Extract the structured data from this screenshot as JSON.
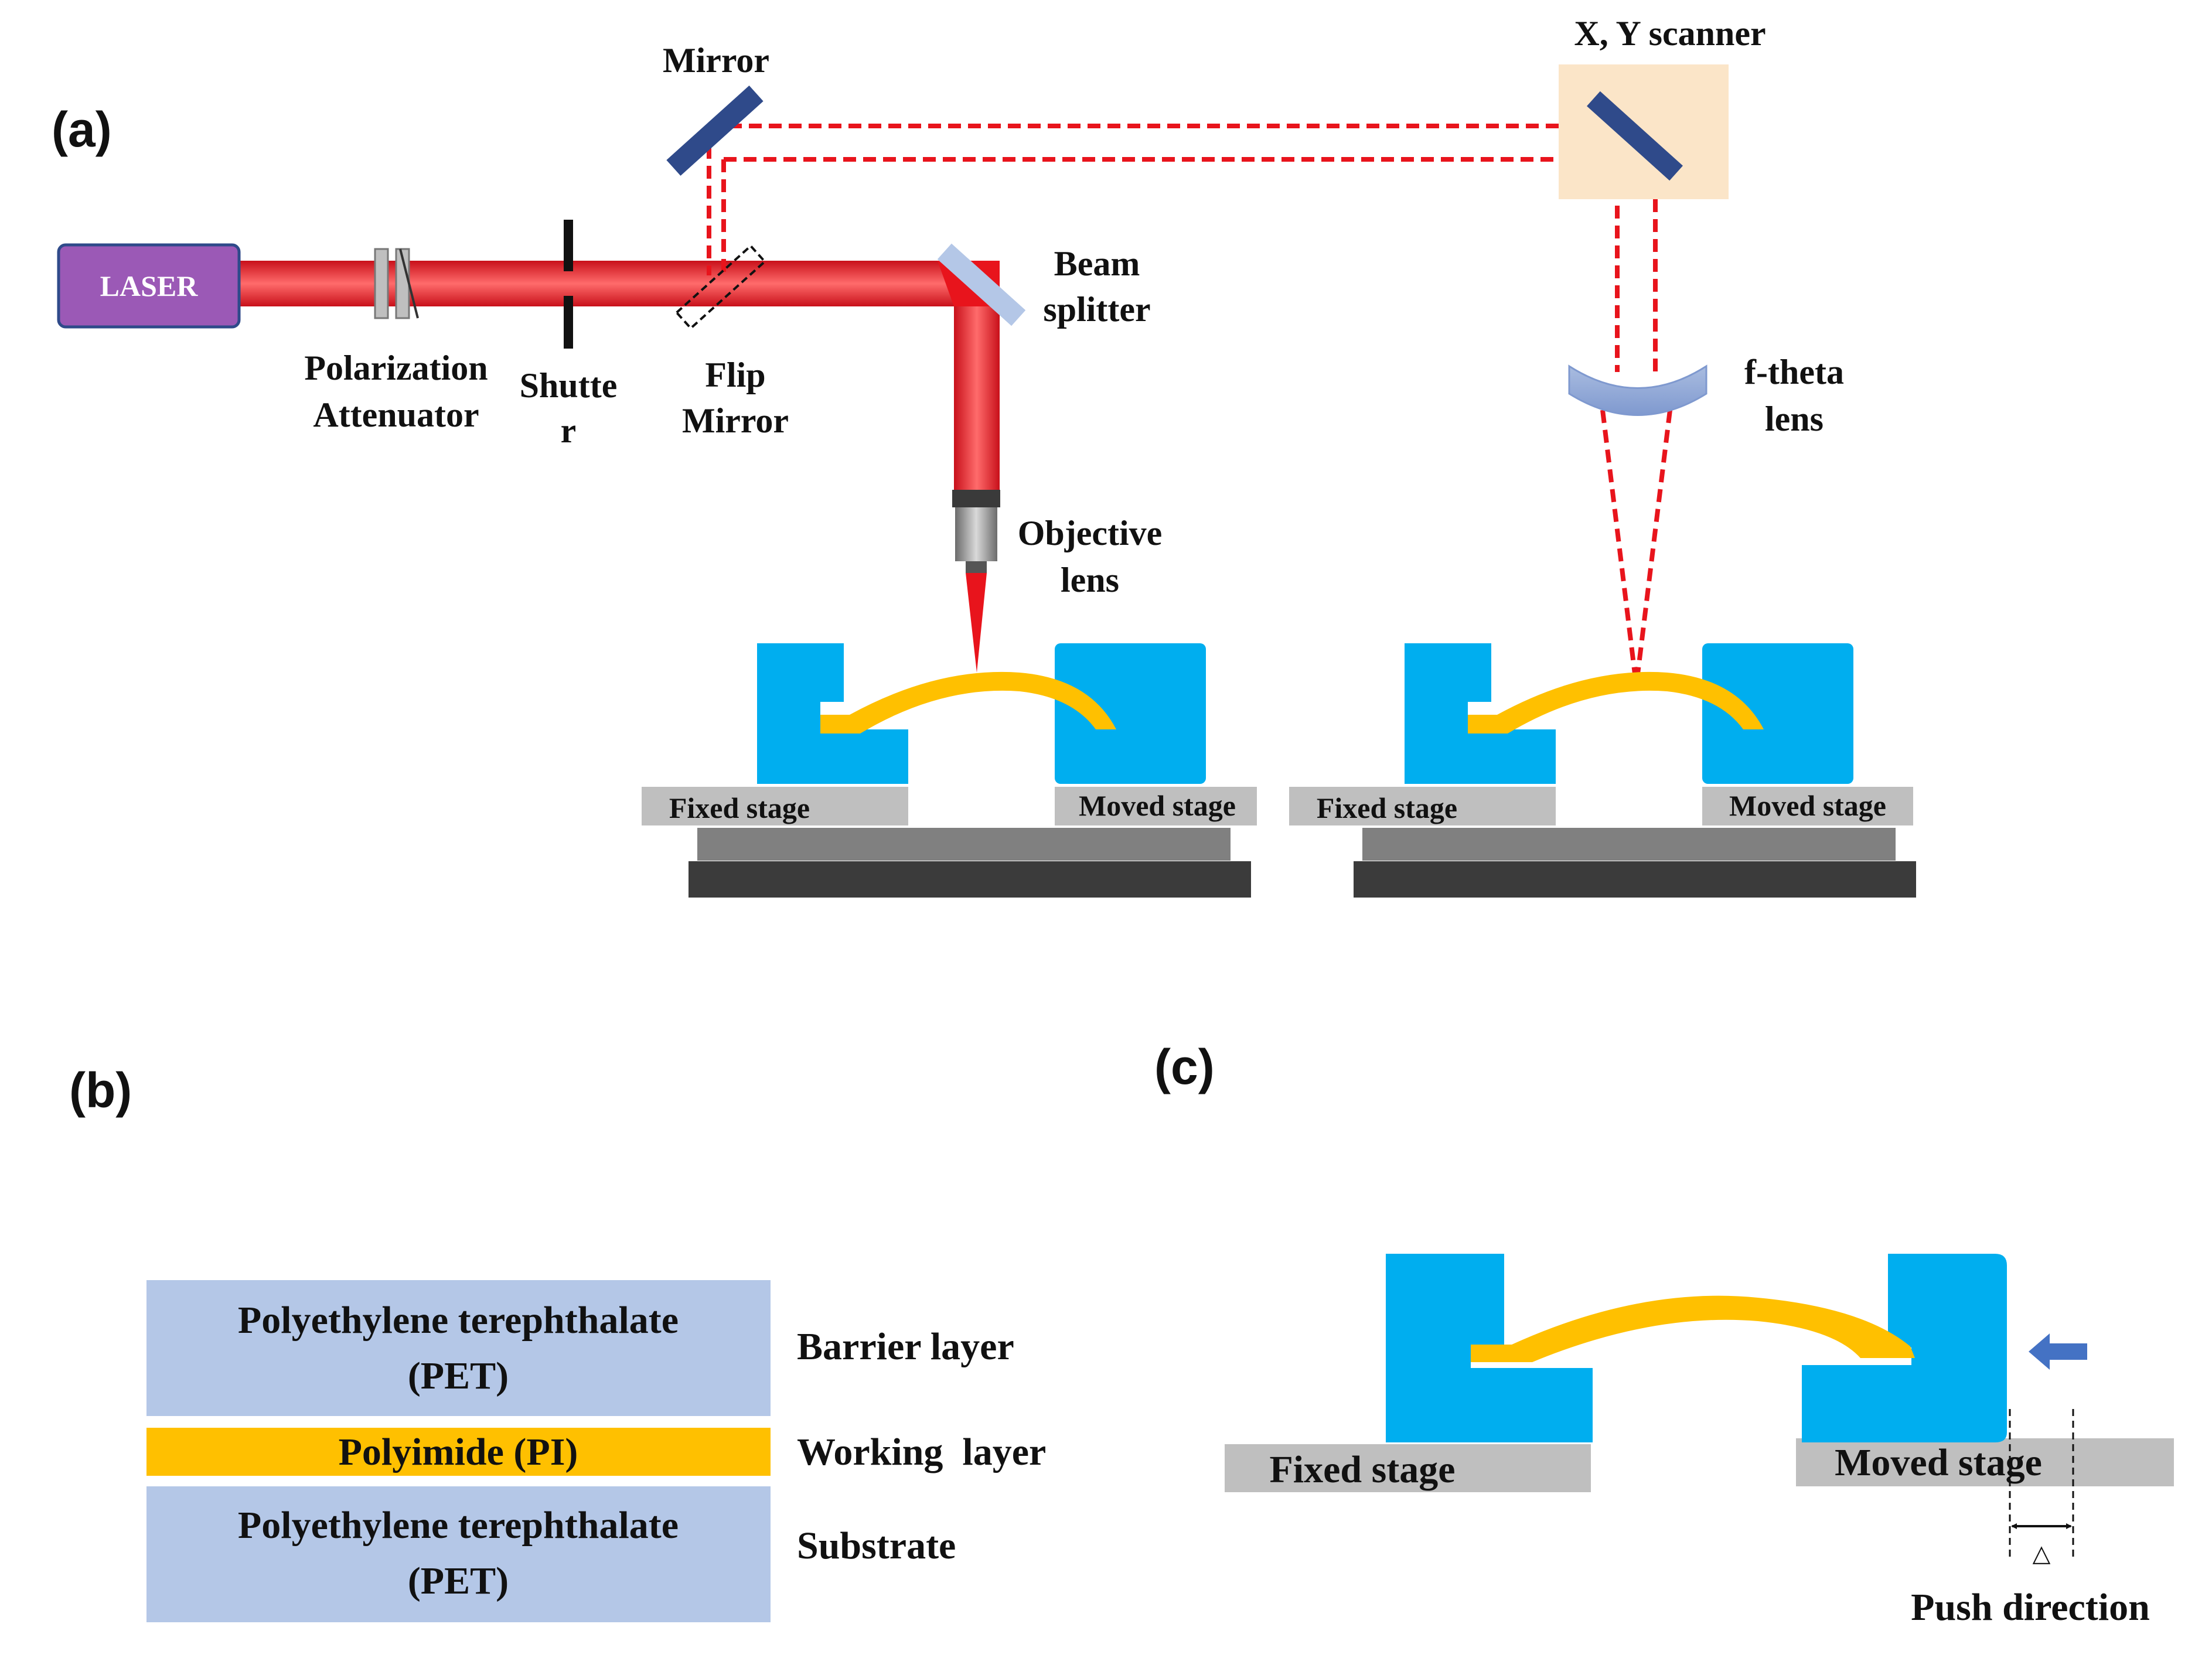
{
  "panels": {
    "a": "(a)",
    "b": "(b)",
    "c": "(c)"
  },
  "panel_a": {
    "laser": "LASER",
    "polarization_attenuator": [
      "Polarization",
      "Attenuator"
    ],
    "shutter": [
      "Shutte",
      "r"
    ],
    "flip_mirror": [
      "Flip",
      "Mirror"
    ],
    "mirror": "Mirror",
    "xy_scanner": "X, Y scanner",
    "beam_splitter": [
      "Beam",
      "splitter"
    ],
    "f_theta_lens": [
      "f-theta",
      "lens"
    ],
    "objective_lens": [
      "Objective",
      "lens"
    ],
    "fixed_stage": "Fixed stage",
    "moved_stage": "Moved stage"
  },
  "panel_b": {
    "layers": [
      {
        "material": [
          "Polyethylene terephthalate",
          "(PET)"
        ],
        "role": "Barrier layer"
      },
      {
        "material": [
          "Polyimide (PI)"
        ],
        "role": "Working  layer"
      },
      {
        "material": [
          "Polyethylene terephthalate",
          "(PET)"
        ],
        "role": "Substrate"
      }
    ]
  },
  "panel_c": {
    "fixed_stage": "Fixed stage",
    "moved_stage": "Moved stage",
    "delta": "△",
    "push_direction": "Push direction"
  },
  "colors": {
    "laser_box": "#9b59b6",
    "beam": "#e8141c",
    "clamp": "#00aeef",
    "sample": "#ffc000",
    "stage": "#bfbfbf",
    "pet": "#b4c7e7",
    "pi": "#ffc000",
    "scanner_bg": "#fbe5c8",
    "mirror": "#2f4a8a",
    "arrow": "#4472c4"
  }
}
